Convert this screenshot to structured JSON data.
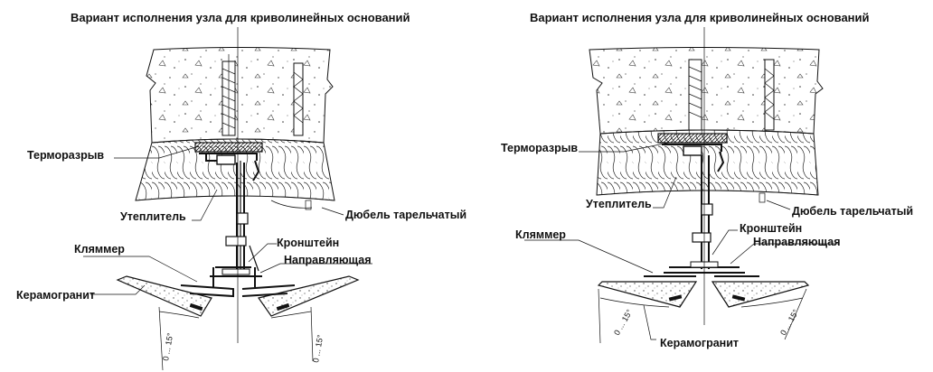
{
  "diagrams": [
    {
      "title": "Вариант исполнения  узла для криволинейных оснований",
      "labels": {
        "thermal_break": "Терморазрыв",
        "insulation": "Утеплитель",
        "dowel": "Дюбель тарельчатый",
        "clamp": "Кляммер",
        "bracket": "Кронштейн",
        "guide": "Направляющая",
        "porcelain": "Керамогранит"
      },
      "angle_left": "0 ... 15°",
      "angle_right": "0 ... 15°"
    },
    {
      "title": "Вариант исполнения  узла для криволинейных оснований",
      "labels": {
        "thermal_break": "Терморазрыв",
        "insulation": "Утеплитель",
        "dowel": "Дюбель тарельчатый",
        "clamp": "Кляммер",
        "bracket": "Кронштейн",
        "guide": "Направляющая",
        "porcelain": "Керамогранит"
      },
      "angle_left": "0 ... 15°",
      "angle_right": "0 ... 15°"
    }
  ]
}
